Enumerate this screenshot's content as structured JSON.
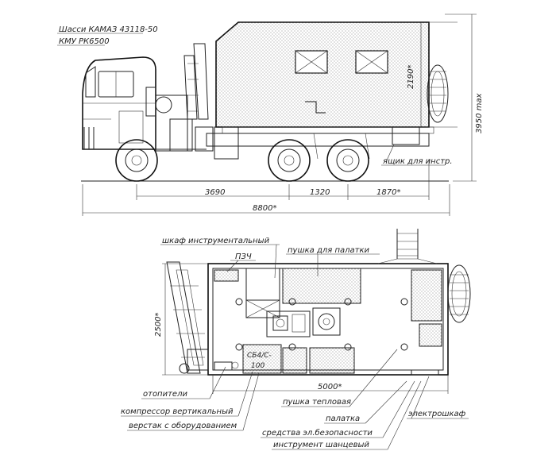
{
  "header": {
    "chassis": "Шасси КАМАЗ 43118-50",
    "crane": "КМУ РК6500"
  },
  "side_view": {
    "dim_wheelbase_front": "3690",
    "dim_wheelbase_rear": "1320",
    "dim_rear_overhang": "1870*",
    "dim_total_length": "8800*",
    "dim_box_height": "2190*",
    "dim_max_height": "3950 max",
    "label_tool_box": "ящик для инстр."
  },
  "plan_view": {
    "dim_width": "2500*",
    "dim_body_length": "5000*",
    "generator_label_1": "СБ4/С-",
    "generator_label_2": "100",
    "pzch_label": "ПЗЧ",
    "labels": {
      "tool_cabinet": "шкаф инструментальный",
      "spare_parts": "ПЗЧ",
      "tent_gun": "пушка для палатки",
      "heaters": "отопители",
      "vertical_compressor": "компрессор вертикальный",
      "workbench": "верстак с оборудованием",
      "heat_gun": "пушка тепловая",
      "tent": "палатка",
      "fire_safety": "средства эл.безопасности",
      "trench_tools": "инструмент шанцевый",
      "electric_cabinet": "электрошкаф"
    }
  }
}
